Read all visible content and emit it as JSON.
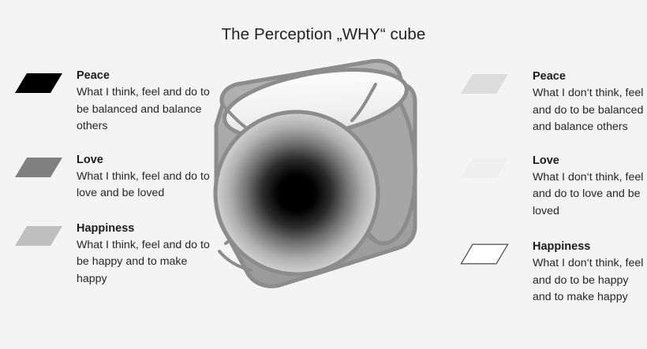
{
  "page": {
    "title": "The Perception „WHY“ cube",
    "background_color": "#f4f4f4"
  },
  "legend_left": {
    "items": [
      {
        "label": "Peace",
        "description": "What I think, feel and do to be balanced and balance others",
        "swatch_icon": "parallelogram-icon",
        "swatch_fill": "#000000",
        "swatch_stroke": "none"
      },
      {
        "label": "Love",
        "description": "What I think, feel and do to love and be loved",
        "swatch_icon": "parallelogram-icon",
        "swatch_fill": "#808080",
        "swatch_stroke": "none"
      },
      {
        "label": "Happiness",
        "description": "What I think, feel and do to be happy and to make happy",
        "swatch_icon": "parallelogram-icon",
        "swatch_fill": "#bfbfbf",
        "swatch_stroke": "none"
      }
    ]
  },
  "legend_right": {
    "items": [
      {
        "label": "Peace",
        "description": "What I don‘t think, feel and do to be balanced and balance others",
        "swatch_icon": "parallelogram-icon",
        "swatch_fill": "#dcdcdc",
        "swatch_stroke": "none"
      },
      {
        "label": "Love",
        "description": "What I don‘t think, feel and do to love and be loved",
        "swatch_icon": "parallelogram-icon",
        "swatch_fill": "#efefef",
        "swatch_stroke": "none"
      },
      {
        "label": "Happiness",
        "description": "What I don‘t think, feel and do to be happy and to make happy",
        "swatch_icon": "parallelogram-icon",
        "swatch_fill": "#ffffff",
        "swatch_stroke": "#3a3a3a"
      }
    ]
  },
  "cube": {
    "name": "perception-why-cube",
    "outline_color": "#8c8c8c",
    "top_face_color": "#f2f2f2",
    "right_face_color": "#a6a6a6",
    "front_face_center_color": "#000000",
    "front_face_edge_color": "#cccccc",
    "body_color": "#a0a0a0"
  }
}
